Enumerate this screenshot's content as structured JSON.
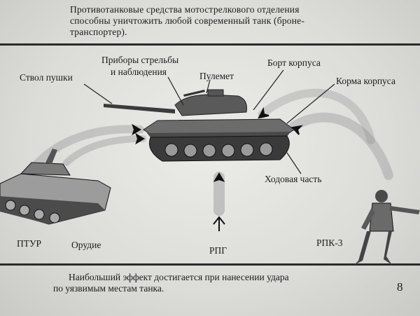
{
  "header": {
    "line1": "Противотанковые средства мотострелкового отделения",
    "line2": "способны уничтожить любой современный танк (броне-",
    "line3": "транспортер)."
  },
  "labels": {
    "barrel": "Ствол пушки",
    "sights1": "Приборы стрельбы",
    "sights2": "и наблюдения",
    "machinegun": "Пулемет",
    "hull_side": "Борт корпуса",
    "hull_rear": "Корма корпуса",
    "running_gear": "Ходовая часть",
    "atgm": "ПТУР",
    "gun": "Орудие",
    "rpg": "РПГ",
    "rkg": "РПК-3"
  },
  "footer": {
    "line1": "Наибольший эффект достигается при нанесении удара",
    "line2": "по уязвимым местам танка."
  },
  "page_number": "8"
}
